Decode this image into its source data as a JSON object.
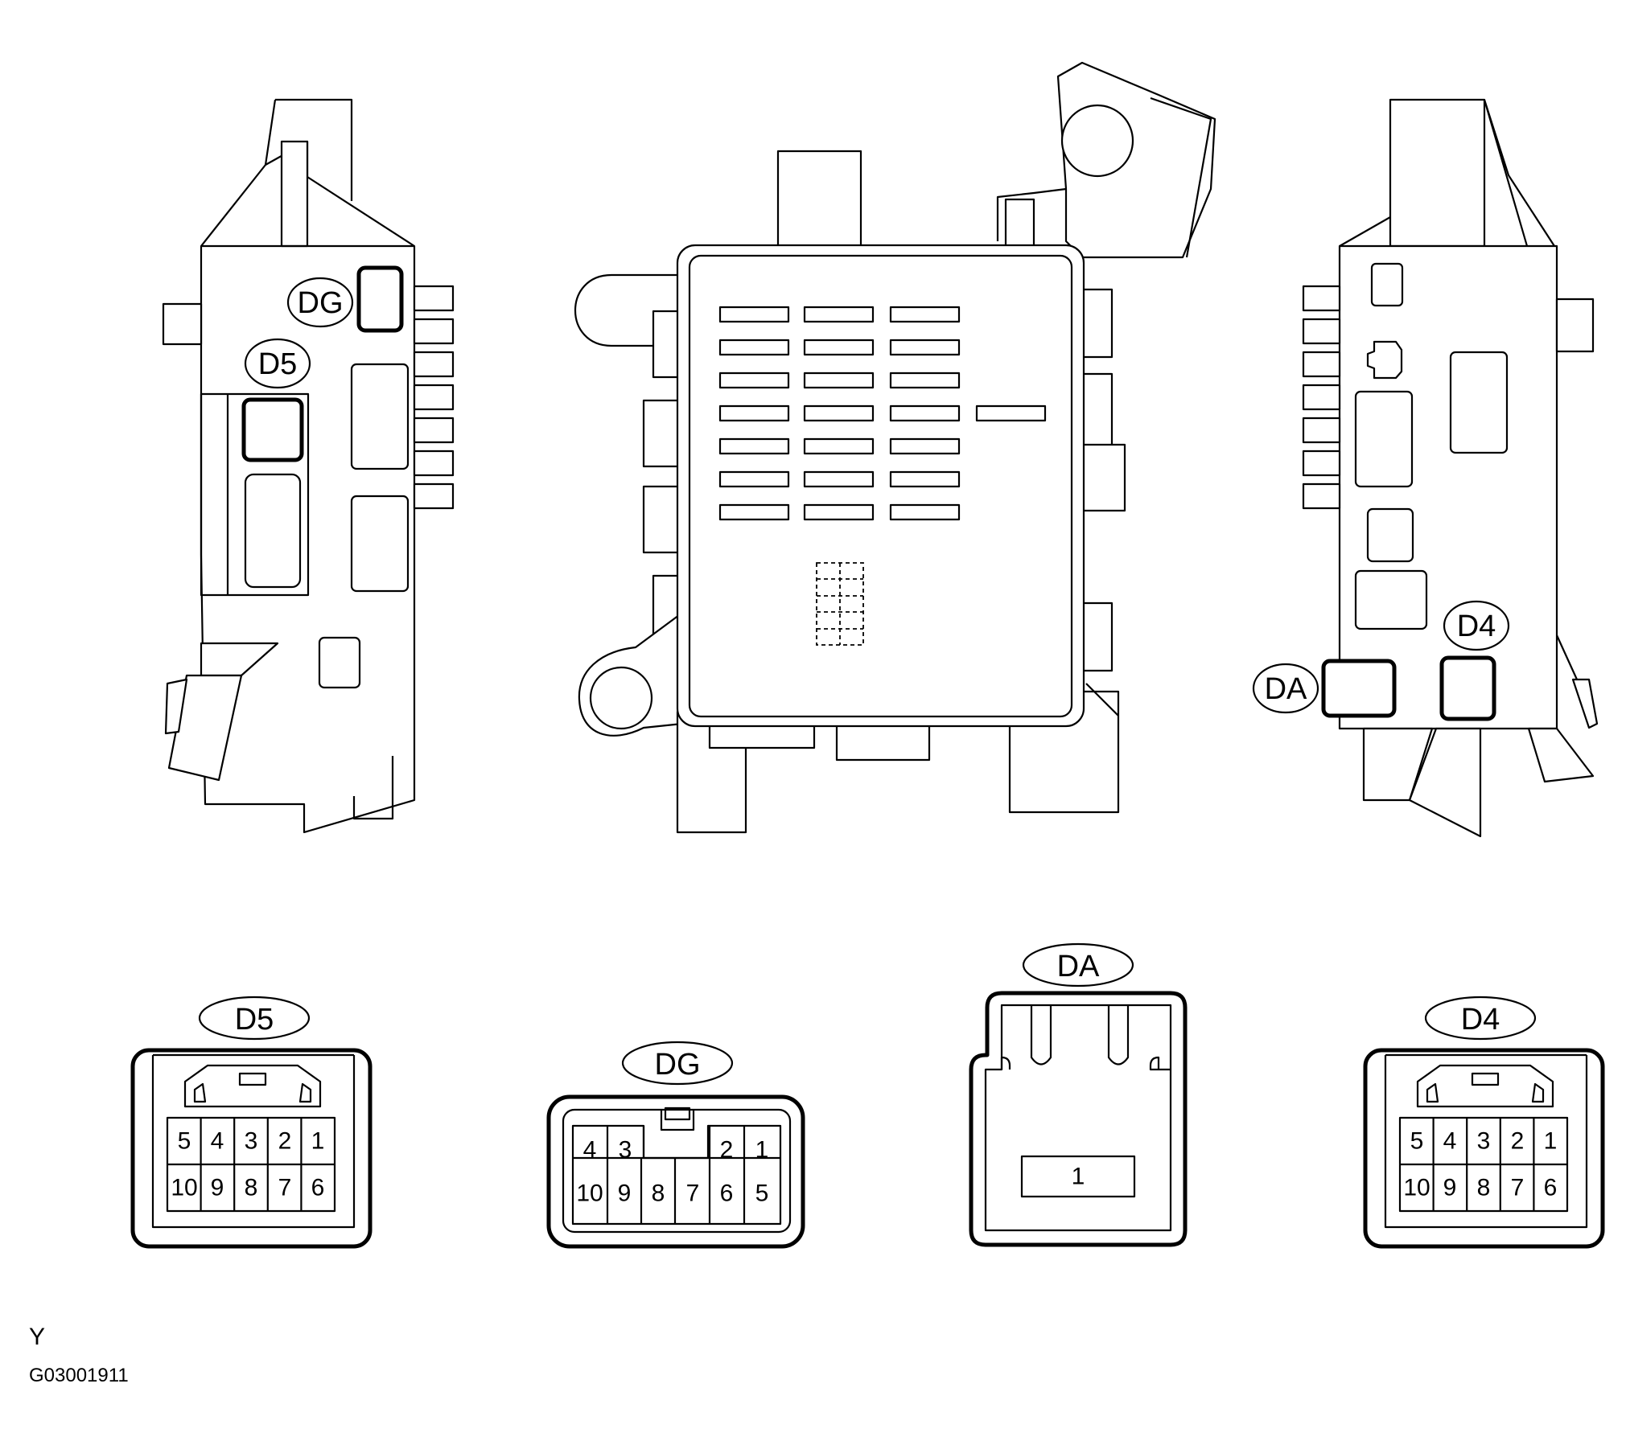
{
  "labels": {
    "dg": "DG",
    "d5": "D5",
    "da": "DA",
    "d4": "D4"
  },
  "connectors": {
    "d5": {
      "label": "D5",
      "top_row": [
        "5",
        "4",
        "3",
        "2",
        "1"
      ],
      "bottom_row": [
        "10",
        "9",
        "8",
        "7",
        "6"
      ]
    },
    "dg": {
      "label": "DG",
      "top_left": [
        "4",
        "3"
      ],
      "top_right": [
        "2",
        "1"
      ],
      "bottom_row": [
        "10",
        "9",
        "8",
        "7",
        "6",
        "5"
      ]
    },
    "da": {
      "label": "DA",
      "pins": [
        "1"
      ]
    },
    "d4": {
      "label": "D4",
      "top_row": [
        "5",
        "4",
        "3",
        "2",
        "1"
      ],
      "bottom_row": [
        "10",
        "9",
        "8",
        "7",
        "6"
      ]
    }
  },
  "footer": {
    "mark": "Y",
    "code": "G03001911"
  }
}
